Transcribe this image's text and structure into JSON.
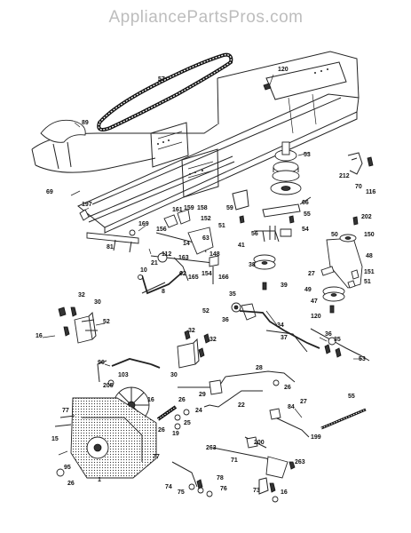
{
  "watermark": "AppliancePartsPros.com",
  "callouts": [
    {
      "id": "c57",
      "text": "57"
    },
    {
      "id": "c120a",
      "text": "120"
    },
    {
      "id": "c89",
      "text": "89"
    },
    {
      "id": "c53",
      "text": "53"
    },
    {
      "id": "c212",
      "text": "212"
    },
    {
      "id": "c70",
      "text": "70"
    },
    {
      "id": "c116",
      "text": "116"
    },
    {
      "id": "c69",
      "text": "69"
    },
    {
      "id": "c197",
      "text": "197"
    },
    {
      "id": "c161",
      "text": "161"
    },
    {
      "id": "c159",
      "text": "159"
    },
    {
      "id": "c158",
      "text": "158"
    },
    {
      "id": "c59",
      "text": "59"
    },
    {
      "id": "c66",
      "text": "66"
    },
    {
      "id": "c55",
      "text": "55"
    },
    {
      "id": "c169",
      "text": "169"
    },
    {
      "id": "c156",
      "text": "156"
    },
    {
      "id": "c152",
      "text": "152"
    },
    {
      "id": "c51a",
      "text": "51"
    },
    {
      "id": "c56",
      "text": "56"
    },
    {
      "id": "c54",
      "text": "54"
    },
    {
      "id": "c202",
      "text": "202"
    },
    {
      "id": "c150",
      "text": "150"
    },
    {
      "id": "c81",
      "text": "81"
    },
    {
      "id": "c14",
      "text": "14"
    },
    {
      "id": "c63",
      "text": "63"
    },
    {
      "id": "c41",
      "text": "41"
    },
    {
      "id": "c50",
      "text": "50"
    },
    {
      "id": "c112",
      "text": "112"
    },
    {
      "id": "c148",
      "text": "148"
    },
    {
      "id": "c48",
      "text": "48"
    },
    {
      "id": "c21",
      "text": "21"
    },
    {
      "id": "c163",
      "text": "163"
    },
    {
      "id": "c38",
      "text": "38"
    },
    {
      "id": "c27a",
      "text": "27"
    },
    {
      "id": "c10",
      "text": "10"
    },
    {
      "id": "c62",
      "text": "62"
    },
    {
      "id": "c165",
      "text": "165"
    },
    {
      "id": "c154",
      "text": "154"
    },
    {
      "id": "c166",
      "text": "166"
    },
    {
      "id": "c151",
      "text": "151"
    },
    {
      "id": "c51b",
      "text": "51"
    },
    {
      "id": "c39",
      "text": "39"
    },
    {
      "id": "c49",
      "text": "49"
    },
    {
      "id": "c8",
      "text": "8"
    },
    {
      "id": "c35a",
      "text": "35"
    },
    {
      "id": "c47",
      "text": "47"
    },
    {
      "id": "c32a",
      "text": "32"
    },
    {
      "id": "c30a",
      "text": "30"
    },
    {
      "id": "c52a",
      "text": "52"
    },
    {
      "id": "c120b",
      "text": "120"
    },
    {
      "id": "c36a",
      "text": "36"
    },
    {
      "id": "c34",
      "text": "34"
    },
    {
      "id": "c52b",
      "text": "52"
    },
    {
      "id": "c16a",
      "text": "16"
    },
    {
      "id": "c32b",
      "text": "32"
    },
    {
      "id": "c32c",
      "text": "32"
    },
    {
      "id": "c37",
      "text": "37"
    },
    {
      "id": "c36b",
      "text": "36"
    },
    {
      "id": "c35b",
      "text": "35"
    },
    {
      "id": "c96",
      "text": "96"
    },
    {
      "id": "c103",
      "text": "103"
    },
    {
      "id": "c30b",
      "text": "30"
    },
    {
      "id": "c53b",
      "text": "53"
    },
    {
      "id": "c28",
      "text": "28"
    },
    {
      "id": "c205",
      "text": "205"
    },
    {
      "id": "c26a",
      "text": "26"
    },
    {
      "id": "c16b",
      "text": "16"
    },
    {
      "id": "c29",
      "text": "29"
    },
    {
      "id": "c26b",
      "text": "26"
    },
    {
      "id": "c24",
      "text": "24"
    },
    {
      "id": "c27b",
      "text": "27"
    },
    {
      "id": "c77a",
      "text": "77"
    },
    {
      "id": "c25",
      "text": "25"
    },
    {
      "id": "c19",
      "text": "19"
    },
    {
      "id": "c22",
      "text": "22"
    },
    {
      "id": "c84",
      "text": "84"
    },
    {
      "id": "c55b",
      "text": "55"
    },
    {
      "id": "c15",
      "text": "15"
    },
    {
      "id": "c26c",
      "text": "26"
    },
    {
      "id": "c199",
      "text": "199"
    },
    {
      "id": "c200",
      "text": "200"
    },
    {
      "id": "c263a",
      "text": "263"
    },
    {
      "id": "c77b",
      "text": "77"
    },
    {
      "id": "c71",
      "text": "71"
    },
    {
      "id": "c263b",
      "text": "263"
    },
    {
      "id": "c95",
      "text": "95"
    },
    {
      "id": "c1",
      "text": "1"
    },
    {
      "id": "c26d",
      "text": "26"
    },
    {
      "id": "c78",
      "text": "78"
    },
    {
      "id": "c74",
      "text": "74"
    },
    {
      "id": "c75",
      "text": "75"
    },
    {
      "id": "c76",
      "text": "76"
    },
    {
      "id": "c73",
      "text": "73"
    },
    {
      "id": "c16c",
      "text": "16"
    }
  ]
}
